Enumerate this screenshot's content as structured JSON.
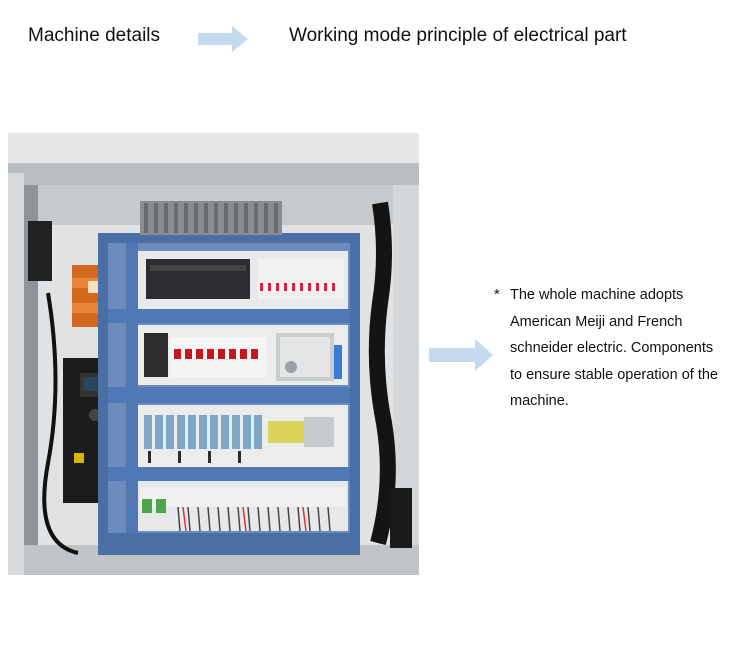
{
  "header": {
    "left_title": "Machine details",
    "right_title": "Working mode principle of electrical part",
    "arrow_icon": "right-arrow-icon",
    "arrow_color": "#c5d9ef"
  },
  "photo": {
    "subject": "electrical-cabinet"
  },
  "description": {
    "bullet": "*",
    "lines": [
      "The whole machine adopts",
      "American Meiji and French",
      "schneider electric. Components",
      "to ensure stable operation of the",
      "machine."
    ]
  }
}
